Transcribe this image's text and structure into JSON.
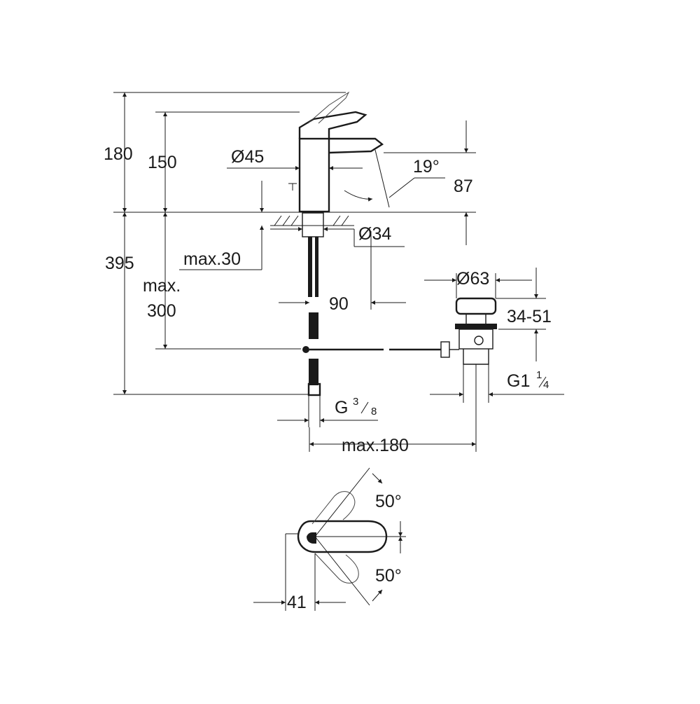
{
  "labels": {
    "h180": "180",
    "h150": "150",
    "d45": "Ø45",
    "angle19": "19°",
    "h87": "87",
    "d34": "Ø34",
    "h395": "395",
    "max30": "max.30",
    "max": "max.",
    "h300": "300",
    "w90": "90",
    "d63": "Ø63",
    "r3451": "34-51",
    "g1": "G1",
    "g1_num": "1",
    "g1_den": "4",
    "g": "G",
    "g_num": "3",
    "g_den": "8",
    "max180": "max.180",
    "angle50a": "50°",
    "angle50b": "50°",
    "w41": "41"
  }
}
